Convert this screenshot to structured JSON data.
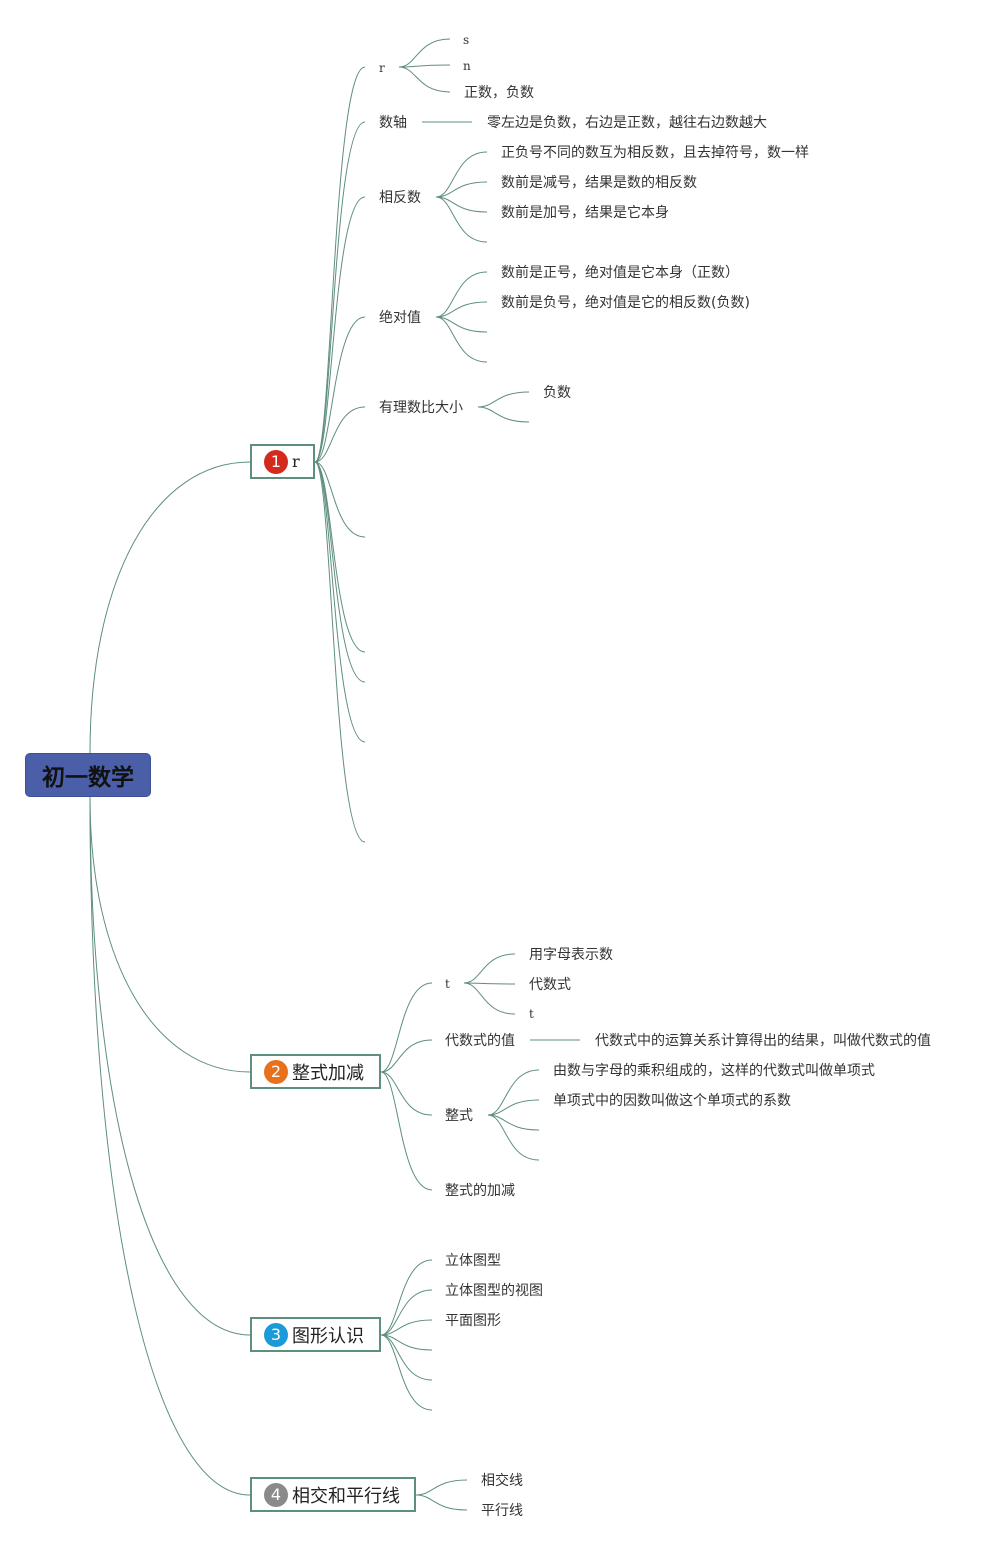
{
  "root": {
    "label": "初一数学",
    "color": "#4a5fa8"
  },
  "line_color": "#5e8f7d",
  "branches": [
    {
      "number": "1",
      "badge_color": "#d42a1d",
      "label": "r",
      "topics": [
        {
          "label": "r",
          "items": [
            "s",
            "n",
            "正数，负数"
          ]
        },
        {
          "label": "数轴",
          "items": [
            "零左边是负数，右边是正数，越往右边数越大"
          ]
        },
        {
          "label": "相反数",
          "items": [
            "正负号不同的数互为相反数，且去掉符号，数一样",
            "数前是减号，结果是数的相反数",
            "数前是加号，结果是它本身"
          ]
        },
        {
          "label": "绝对值",
          "items": [
            "数前是正号，绝对值是它本身（正数）",
            "数前是负号，绝对值是它的相反数(负数)"
          ]
        },
        {
          "label": "有理数比大小",
          "items": [
            "负数"
          ]
        }
      ]
    },
    {
      "number": "2",
      "badge_color": "#e8711c",
      "label": "整式加减",
      "topics": [
        {
          "label": "t",
          "items": [
            "用字母表示数",
            "代数式",
            "t"
          ]
        },
        {
          "label": "代数式的值",
          "items": [
            "代数式中的运算关系计算得出的结果，叫做代数式的值"
          ]
        },
        {
          "label": "整式",
          "items": [
            "由数与字母的乘积组成的，这样的代数式叫做单项式",
            "单项式中的因数叫做这个单项式的系数"
          ]
        },
        {
          "label": "整式的加减",
          "items": []
        }
      ]
    },
    {
      "number": "3",
      "badge_color": "#1a9ad8",
      "label": "图形认识",
      "topics": [
        {
          "label": "立体图型",
          "items": []
        },
        {
          "label": "立体图型的视图",
          "items": []
        },
        {
          "label": "平面图形",
          "items": []
        }
      ]
    },
    {
      "number": "4",
      "badge_color": "#8a8a8a",
      "label": "相交和平行线",
      "topics": [
        {
          "label": "相交线",
          "items": []
        },
        {
          "label": "平行线",
          "items": []
        }
      ]
    }
  ]
}
